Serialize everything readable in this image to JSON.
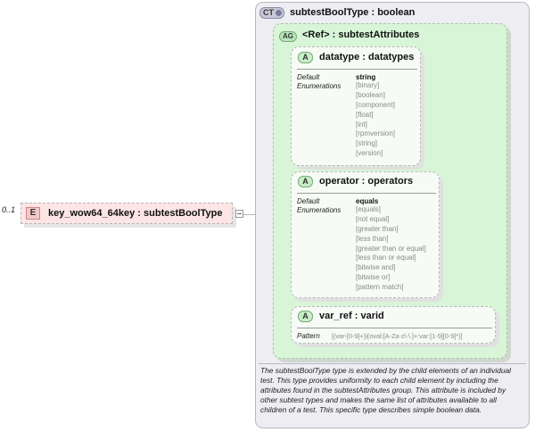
{
  "element": {
    "badge": "E",
    "title": "key_wow64_64key : subtestBoolType",
    "occurs": "0..1"
  },
  "complex_type": {
    "badge": "CT",
    "title": "subtestBoolType : boolean"
  },
  "attribute_group": {
    "badge": "AG",
    "title": "<Ref>     : subtestAttributes"
  },
  "attributes": [
    {
      "badge": "A",
      "title": "datatype : datatypes",
      "default_label": "Default",
      "default_value": "string",
      "enum_label": "Enumerations",
      "enumerations": [
        "[binary]",
        "[boolean]",
        "[component]",
        "[float]",
        "[int]",
        "[rpmversion]",
        "[string]",
        "[version]"
      ]
    },
    {
      "badge": "A",
      "title": "operator : operators",
      "default_label": "Default",
      "default_value": "equals",
      "enum_label": "Enumerations",
      "enumerations": [
        "[equals]",
        "[not equal]",
        "[greater than]",
        "[less than]",
        "[greater than or equal]",
        "[less than or equal]",
        "[bitwise and]",
        "[bitwise or]",
        "[pattern match]"
      ]
    },
    {
      "badge": "A",
      "title": "var_ref   : varid",
      "pattern_label": "Pattern",
      "pattern_value": "[(var-[0-9]+)|(oval:[A-Za-z\\-\\.]+:var:[1-9][0-9]*)]"
    }
  ],
  "documentation": "The subtestBoolType type is extended by the child elements of an individual test.  This type provides uniformity to each child element by including the attributes found in the subtestAttributes group.  This attribute is included by other subtest types and makes the same list of attributes available to all children of a test.  This specific type describes simple boolean data."
}
